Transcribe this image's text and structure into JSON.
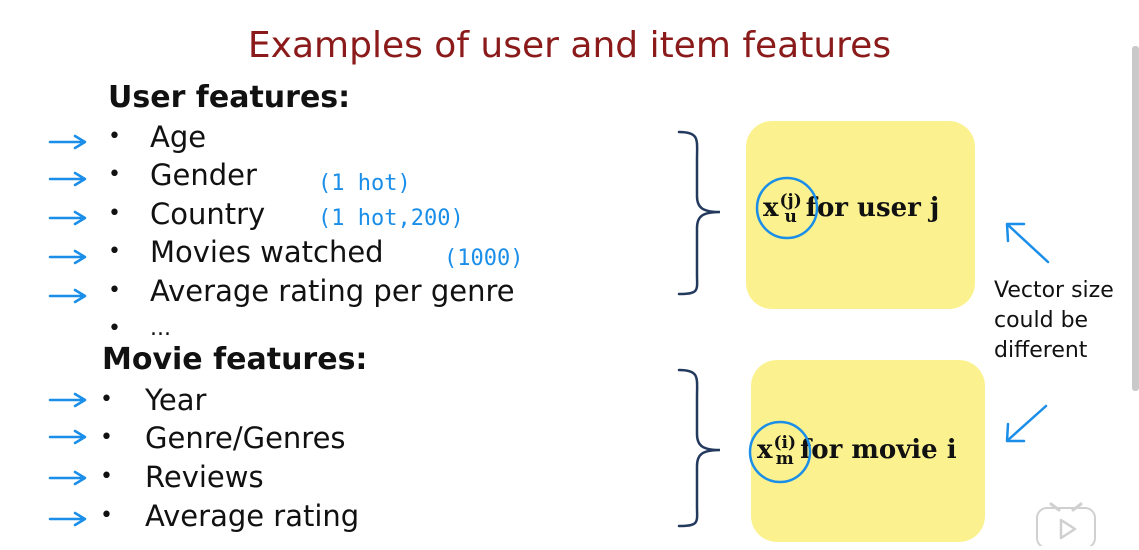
{
  "slide": {
    "title": "Examples of user and item features",
    "user_section": {
      "heading": "User features:",
      "items": [
        "Age",
        "Gender",
        "Country",
        "Movies watched",
        "Average rating per genre",
        "..."
      ],
      "notes": {
        "gender": "(1 hot)",
        "country": "(1 hot,200)",
        "movies": "(1000)"
      }
    },
    "movie_section": {
      "heading": "Movie features:",
      "items": [
        "Year",
        "Genre/Genres",
        "Reviews",
        "Average rating"
      ]
    },
    "user_card": {
      "symbol": "x",
      "subscript": "u",
      "superscript": "(j)",
      "label": "for user j"
    },
    "movie_card": {
      "symbol": "x",
      "subscript": "m",
      "superscript": "(i)",
      "label": "for movie i"
    },
    "side_note": [
      "Vector size",
      "could be",
      "different"
    ]
  },
  "colors": {
    "title": "#8b1a1a",
    "card": "#fbf28f",
    "ink": "#1a8ee8"
  },
  "icons": {
    "arrow": "right-arrow-icon",
    "play": "play-icon"
  }
}
